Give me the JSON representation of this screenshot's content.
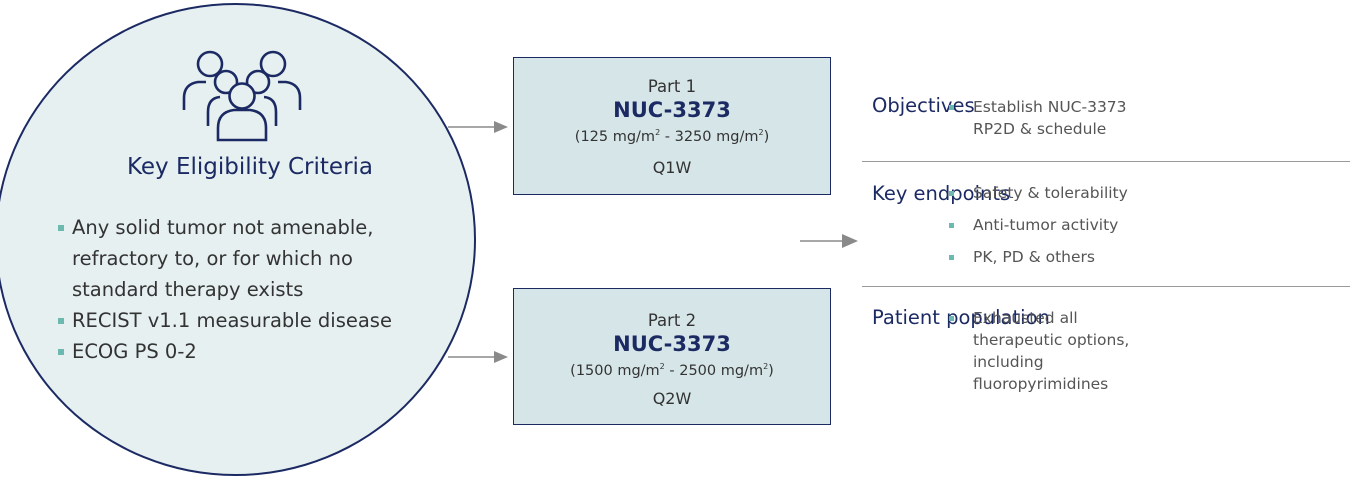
{
  "eligibility": {
    "title": "Key Eligibility Criteria",
    "criteria": [
      "Any solid tumor not amenable, refractory to, or for which no standard therapy exists",
      "RECIST v1.1 measurable disease",
      "ECOG PS 0-2"
    ]
  },
  "parts": [
    {
      "label": "Part 1",
      "drug": "NUC-3373",
      "dose_low": "125 mg/m",
      "dose_high": "3250 mg/m",
      "dose_sep": " - ",
      "sup": "2",
      "schedule": "Q1W"
    },
    {
      "label": "Part 2",
      "drug": "NUC-3373",
      "dose_low": "1500 mg/m",
      "dose_high": "2500 mg/m",
      "dose_sep": " - ",
      "sup": "2",
      "schedule": "Q2W"
    }
  ],
  "details": [
    {
      "title": "Objectives",
      "items": [
        "Establish NUC-3373 RP2D & schedule"
      ]
    },
    {
      "title": "Key endpoints",
      "items": [
        "Safety & tolerability",
        "Anti-tumor activity",
        "PK, PD & others"
      ]
    },
    {
      "title": "Patient population",
      "items": [
        "Exhausted all therapeutic options, including fluoropyrimidines"
      ]
    }
  ],
  "colors": {
    "navy": "#1c2a63",
    "circle_fill": "#e6f0f1",
    "box_fill": "#d6e6e8",
    "bullet": "#6cb9b0",
    "arrow": "#8a8a8a"
  }
}
